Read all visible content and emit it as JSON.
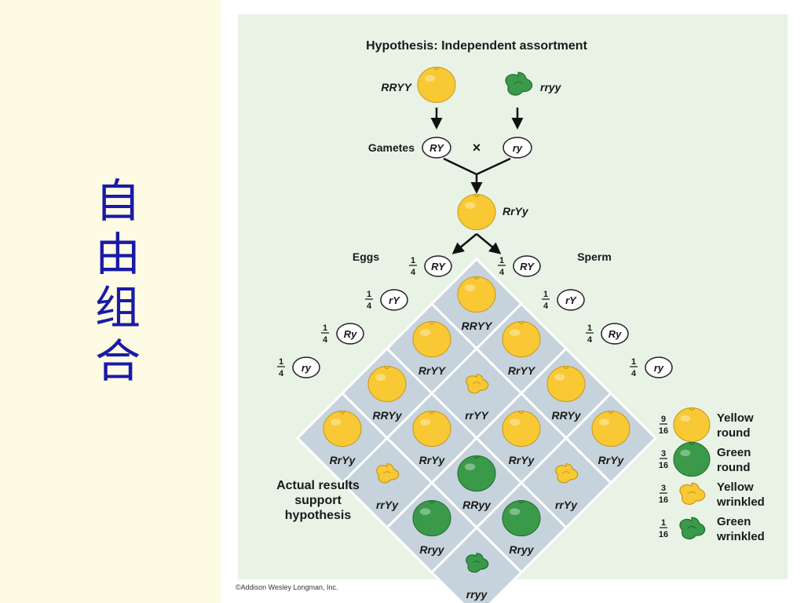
{
  "slide": {
    "vertical_title": [
      "自",
      "由",
      "组",
      "合"
    ]
  },
  "figure": {
    "title": "Hypothesis: Independent assortment",
    "parent1": "RRYY",
    "parent2": "rryy",
    "gametes_label": "Gametes",
    "gamete1": "RY",
    "cross_symbol": "×",
    "gamete2": "ry",
    "f1": "RrYy",
    "eggs_label": "Eggs",
    "sperm_label": "Sperm",
    "fraction_num": "1",
    "fraction_den": "4",
    "egg_gametes": [
      "RY",
      "rY",
      "Ry",
      "ry"
    ],
    "sperm_gametes": [
      "RY",
      "rY",
      "Ry",
      "ry"
    ],
    "grid": [
      [
        "RRYY",
        "RrYY",
        "RRYy",
        "RrYy"
      ],
      [
        "RrYY",
        "rrYY",
        "RrYy",
        "rrYy"
      ],
      [
        "RRYy",
        "RrYy",
        "RRyy",
        "Rryy"
      ],
      [
        "RrYy",
        "rrYy",
        "Rryy",
        "rryy"
      ]
    ],
    "conclusion": [
      "Actual results",
      "support",
      "hypothesis"
    ],
    "legend": [
      {
        "num": "9",
        "den": "16",
        "line1": "Yellow",
        "line2": "round",
        "pea": "yellow-round"
      },
      {
        "num": "3",
        "den": "16",
        "line1": "Green",
        "line2": "round",
        "pea": "green-round"
      },
      {
        "num": "3",
        "den": "16",
        "line1": "Yellow",
        "line2": "wrinkled",
        "pea": "yellow-wrinkled"
      },
      {
        "num": "1",
        "den": "16",
        "line1": "Green",
        "line2": "wrinkled",
        "pea": "green-wrinkled"
      }
    ],
    "colors": {
      "yellow": "#f8c934",
      "green": "#3a9a4a",
      "grid": "#c6d3dc",
      "background": "#e8f3e6"
    }
  },
  "copyright": "©Addison Wesley Longman, Inc."
}
